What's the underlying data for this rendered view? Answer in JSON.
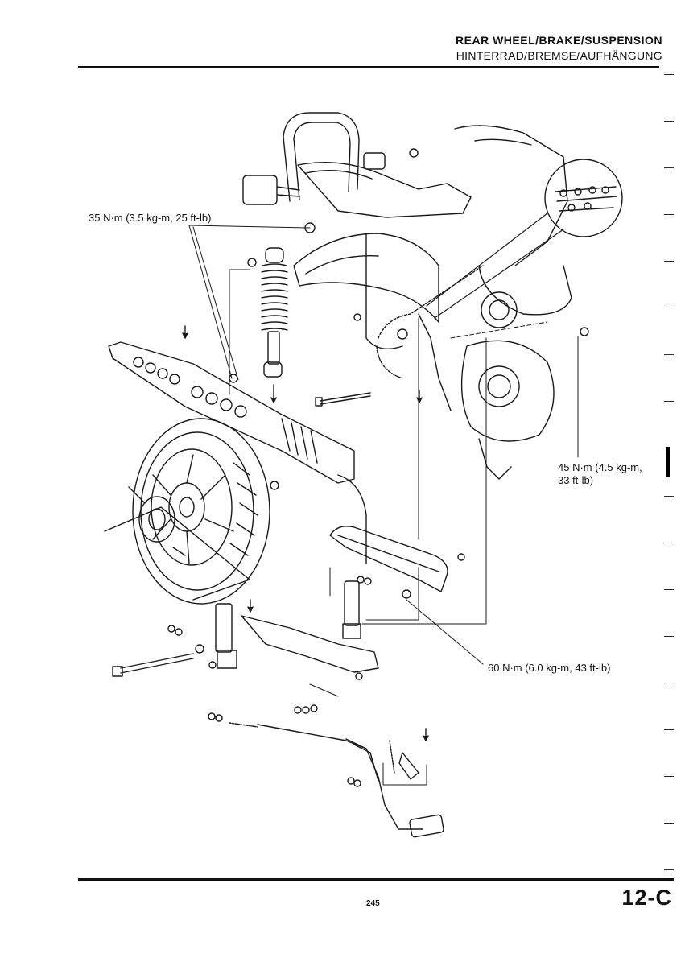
{
  "header": {
    "title": "REAR WHEEL/BRAKE/SUSPENSION",
    "subtitle": "HINTERRAD/BREMSE/AUFHÄNGUNG"
  },
  "callouts": {
    "torque_35": "35 N·m (3.5 kg-m, 25 ft-lb)",
    "torque_45_line1": "45 N·m (4.5 kg-m,",
    "torque_45_line2": "33 ft-lb)",
    "torque_60": "60 N·m (6.0 kg-m, 43 ft-lb)"
  },
  "footer": {
    "page_number": "245",
    "section_number": "12-C"
  }
}
